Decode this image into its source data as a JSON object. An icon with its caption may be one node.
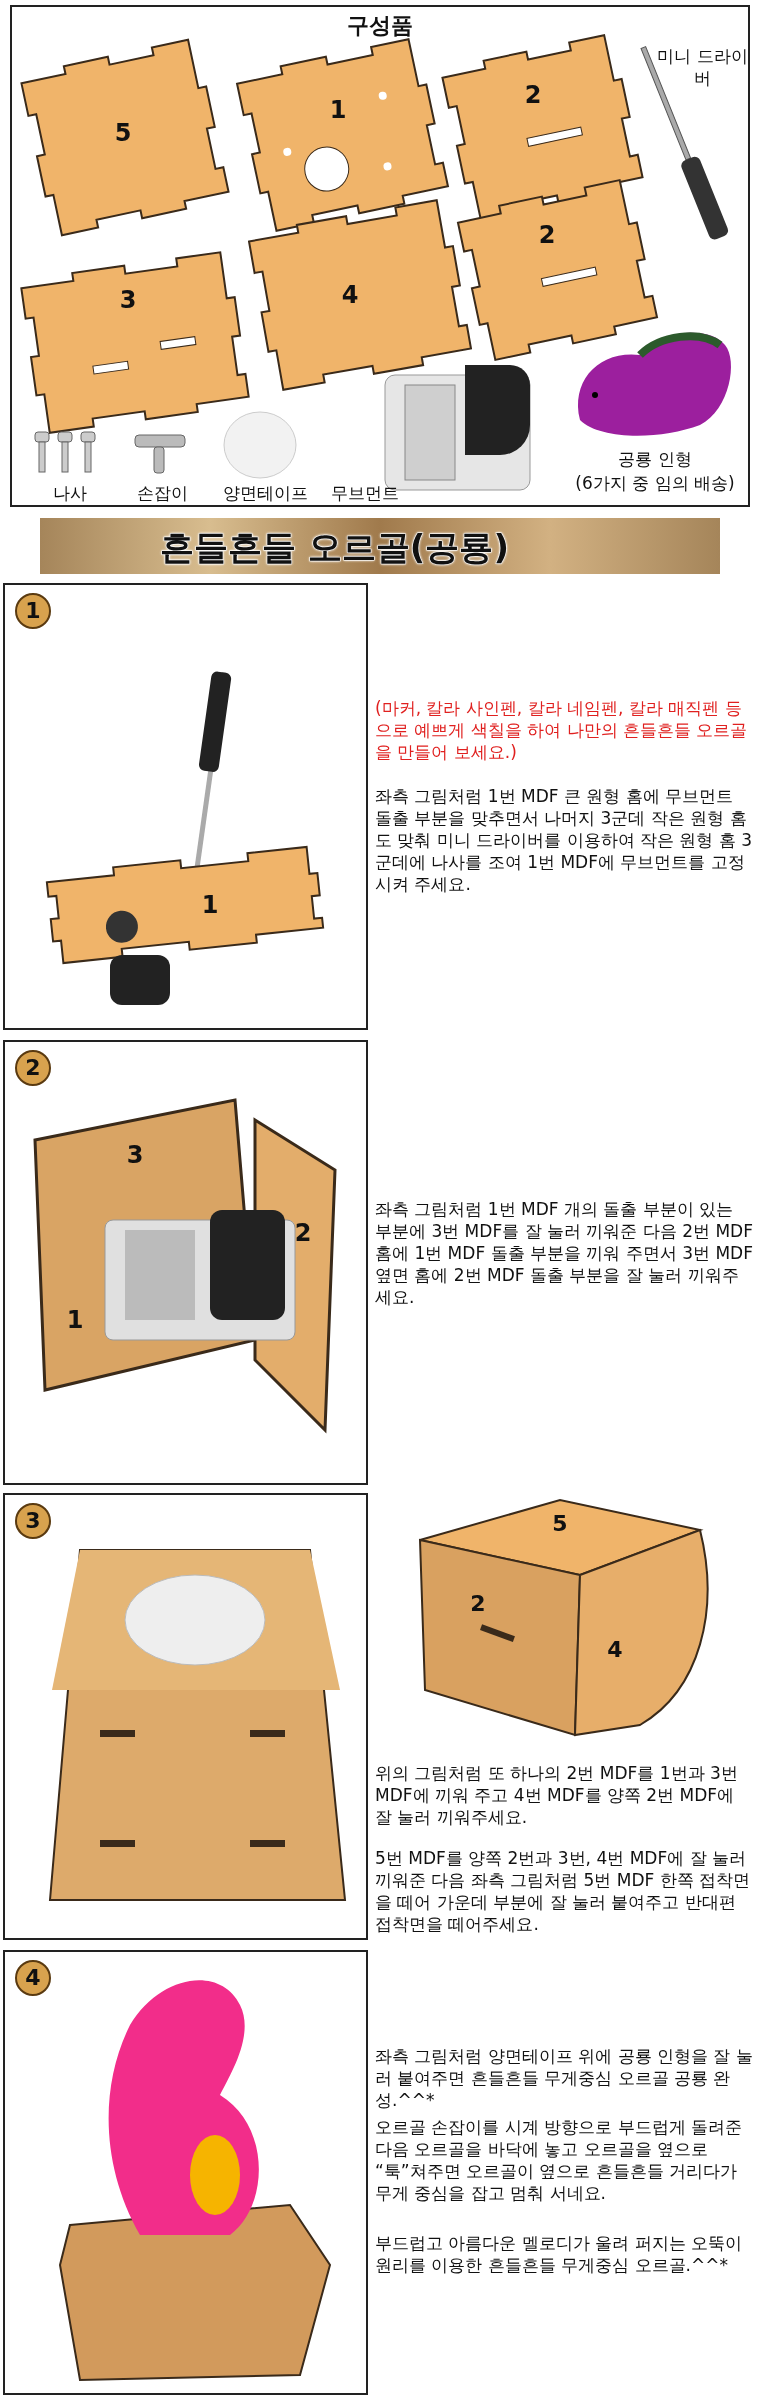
{
  "diagram": {
    "title": "흔들흔들 오르골(공룡)",
    "labels": [
      "구성품",
      "5",
      "1",
      "2",
      "미니 드라이버",
      "3",
      "4",
      "2",
      "나사",
      "손잡이",
      "양면테이프",
      "무브먼트",
      "공룡 인형",
      "(6가지 중 임의 배송)",
      "1",
      "1",
      "(마커, 칼라 사인펜, 칼라 네임펜, 칼라 매직펜 등으로 예쁘게 색칠을 하여 나만의 흔들흔들 오르골을 만들어 보세요.)",
      "좌측 그림처럼 1번 MDF 큰 원형 홈에 무브먼트 돌출 부분을 맞추면서 나머지 3군데 작은 원형 홈도 맞춰 미니 드라이버를 이용하여 작은 원형 홈 3군데에 나사를 조여 1번 MDF에 무브먼트를 고정시켜 주세요.",
      "2",
      "3",
      "2",
      "1",
      "좌측 그림처럼 1번 MDF 개의 돌출 부분이 있는 부분에 3번 MDF를 잘 눌러 끼워준 다음 2번 MDF 홈에 1번 MDF 돌출 부분을 끼워 주면서 3번 MDF 옆면 홈에 2번 MDF 돌출 부분을 잘 눌러 끼워주세요.",
      "3",
      "5",
      "2",
      "4",
      "위의 그림처럼 또 하나의 2번 MDF를 1번과 3번 MDF에 끼워 주고 4번 MDF를 양쪽 2번 MDF에 잘 눌러 끼워주세요.",
      "5번 MDF를 양쪽 2번과 3번, 4번 MDF에 잘 눌러 끼워준 다음 좌측 그림처럼 5번 MDF 한쪽 접착면을 떼어 가운데 부분에 잘 눌러 붙여주고 반대편 접착면을 떼어주세요.",
      "4",
      "좌측 그림처럼 양면테이프 위에 공룡 인형을 잘 눌러 붙여주면 흔들흔들 무게중심 오르골 공룡 완성.^^*",
      "오르골 손잡이를 시계 방향으로 부드럽게 돌려준 다음 오르골을 바닥에 놓고 오르골을 옆으로 “툭”쳐주면 오르골이 옆으로 흔들흔들 거리다가 무게 중심을 잡고 멈춰 서네요.",
      "부드럽고 아름다운 멜로디가 울려 퍼지는 오뚝이 원리를 이용한 흔들흔들 무게중심 오르골.^^*"
    ]
  }
}
